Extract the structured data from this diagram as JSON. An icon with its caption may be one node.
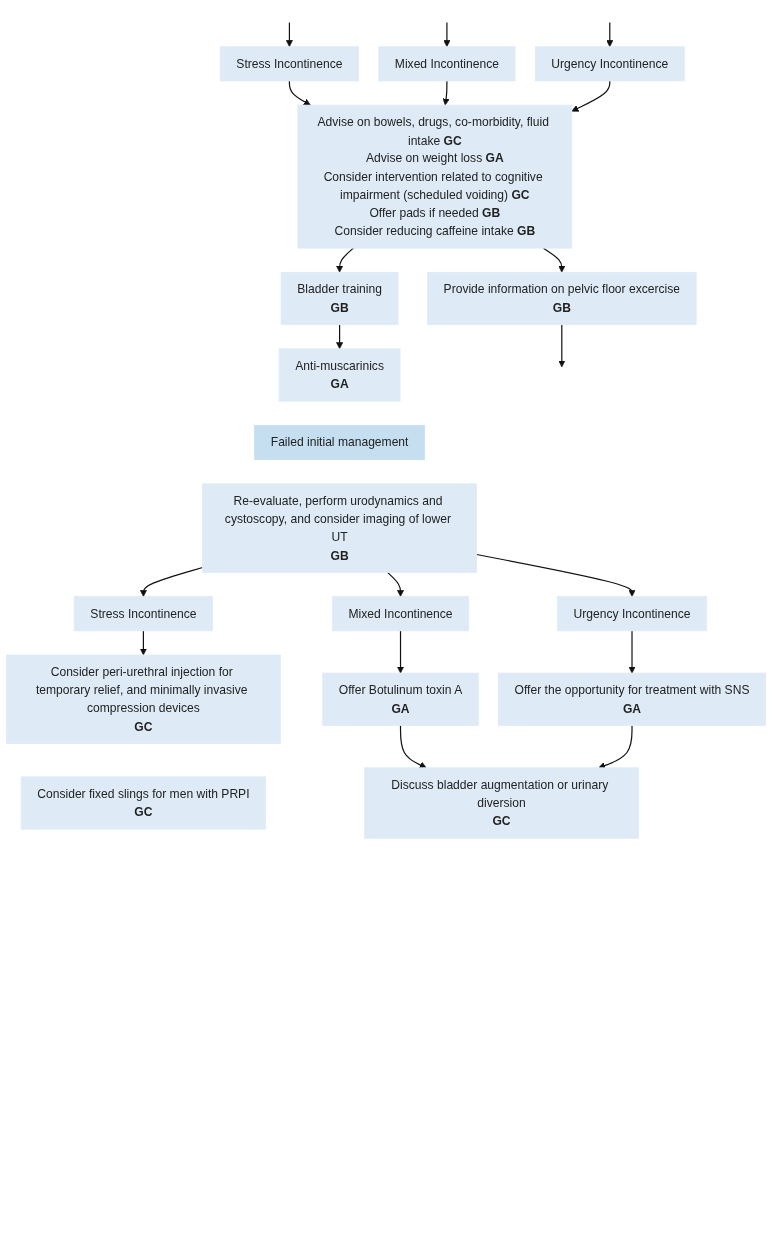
{
  "diagram": {
    "nodes": [
      {
        "text": [
          "Stress Incontinence"
        ]
      },
      {
        "text": [
          "Mixed Incontinence"
        ]
      },
      {
        "text": [
          "Urgency Incontinence"
        ]
      },
      {
        "text": [
          "Advise on bowels, drugs, co-morbidity, fluid intake",
          "GC",
          "Advise on weight loss",
          "GA",
          "Consider intervention related to cognitive impairment (scheduled voiding)",
          "GC",
          "Offer pads if needed",
          "GB",
          "Consider reducing caffeine intake",
          "GB"
        ]
      },
      {
        "text": [
          "Provide information on pelvic floor excercise",
          "GB"
        ]
      },
      {
        "text": [
          "Bladder training",
          "GB"
        ]
      },
      {
        "text": [
          "Anti-muscarinics",
          "GA"
        ]
      },
      {
        "text": [
          "Failed initial management"
        ]
      },
      {
        "text": [
          "Re-evaluate, perform urodynamics and cystoscopy, and consider imaging of lower UT",
          "GB"
        ]
      },
      {
        "text": [
          "Stress Incontinence"
        ]
      },
      {
        "text": [
          "Mixed Incontinence"
        ]
      },
      {
        "text": [
          "Urgency Incontinence"
        ]
      },
      {
        "text": [
          "Consider peri-urethral injection for temporary relief, and minimally invasive compression devices",
          "GC"
        ]
      },
      {
        "text": [
          "Offer Botulinum toxin A",
          "GA"
        ]
      },
      {
        "text": [
          "Offer the opportunity for treatment with SNS",
          "GA"
        ]
      },
      {
        "text": [
          "Discuss bladder augmentation or urinary diversion",
          "GC"
        ]
      },
      {
        "text": [
          "Consider fixed slings for men with PRPI",
          "GC"
        ]
      }
    ],
    "edges": [
      {
        "from": null,
        "to": 0,
        "arrow": "to"
      },
      {
        "from": null,
        "to": 1,
        "arrow": "to"
      },
      {
        "from": null,
        "to": 2,
        "arrow": "to"
      },
      {
        "from": 0,
        "to": 3,
        "arrow": "to"
      },
      {
        "from": 1,
        "to": 3,
        "arrow": "to"
      },
      {
        "from": 2,
        "to": 3,
        "arrow": "to"
      },
      {
        "from": 3,
        "to": 4,
        "arrow": "to"
      },
      {
        "from": 3,
        "to": 5,
        "arrow": "to"
      },
      {
        "from": 5,
        "to": 6,
        "arrow": "to"
      },
      {
        "from": 4,
        "to": null,
        "arrow": "to"
      },
      {
        "from": 8,
        "to": 9,
        "arrow": "to"
      },
      {
        "from": 8,
        "to": 10,
        "arrow": "to"
      },
      {
        "from": 8,
        "to": 11,
        "arrow": "to"
      },
      {
        "from": 9,
        "to": 12,
        "arrow": "to"
      },
      {
        "from": 10,
        "to": 13,
        "arrow": "to"
      },
      {
        "from": 11,
        "to": 14,
        "arrow": "to"
      },
      {
        "from": 13,
        "to": 15,
        "arrow": "to"
      },
      {
        "from": 14,
        "to": 15,
        "arrow": "to"
      }
    ]
  }
}
